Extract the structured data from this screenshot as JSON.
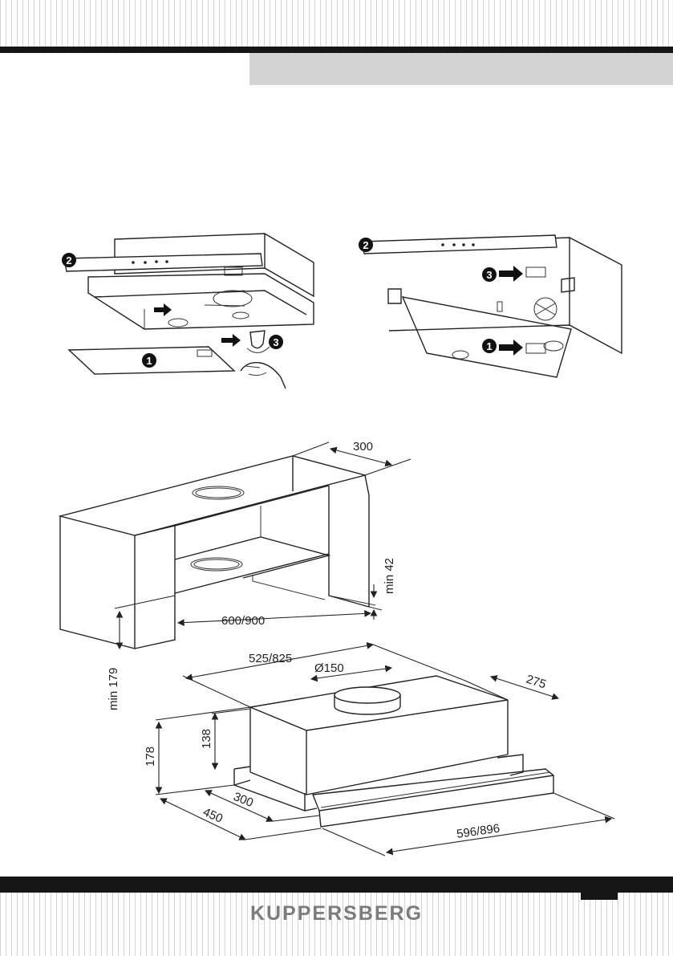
{
  "brand": {
    "name": "KUPPERSBERG"
  },
  "steps": {
    "left": [
      "2",
      "1",
      "3"
    ],
    "right": [
      "2",
      "3",
      "1"
    ]
  },
  "cabinet_dims": {
    "depth": "300",
    "clearance": "min 42",
    "width": "600/900",
    "bottom": "min 179"
  },
  "hood_dims": {
    "top_width": "525/825",
    "duct": "Ø150",
    "depth": "275",
    "body_height": "138",
    "total_height": "178",
    "front_depth": "300",
    "full_depth": "450",
    "front_width": "596/896"
  },
  "colors": {
    "band": "#151515",
    "tab": "#d3d3d3",
    "brand_text": "#7c7c7c",
    "stripe": "#d4d4d4"
  }
}
